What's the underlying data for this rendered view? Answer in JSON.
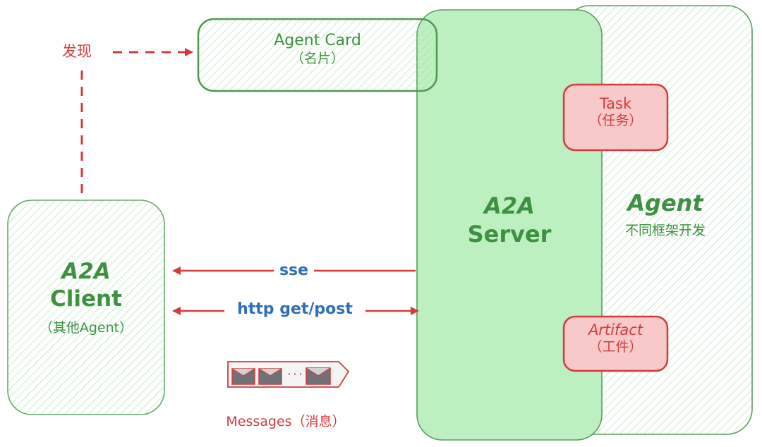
{
  "discovery": {
    "label": "发现"
  },
  "agent_card": {
    "title": "Agent Card",
    "subtitle": "（名片）"
  },
  "client": {
    "title_line1": "A2A",
    "title_line2": "Client",
    "subtitle": "（其他Agent）"
  },
  "server": {
    "title_line1": "A2A",
    "title_line2": "Server"
  },
  "agent": {
    "title": "Agent",
    "subtitle": "不同框架开发"
  },
  "task": {
    "title": "Task",
    "subtitle": "（任务）"
  },
  "artifact": {
    "title": "Artifact",
    "subtitle": "（工件）"
  },
  "connections": {
    "sse": "sse",
    "http": "http get/post"
  },
  "messages": {
    "label": "Messages（消息）",
    "ellipsis": "· · ·"
  },
  "colors": {
    "green_stroke": "#4e9a51",
    "green_text": "#3f9142",
    "server_fill": "#bdf0c1",
    "red": "#d23b3b",
    "red_fill": "#f8c9c9",
    "blue": "#2f6fb8"
  }
}
